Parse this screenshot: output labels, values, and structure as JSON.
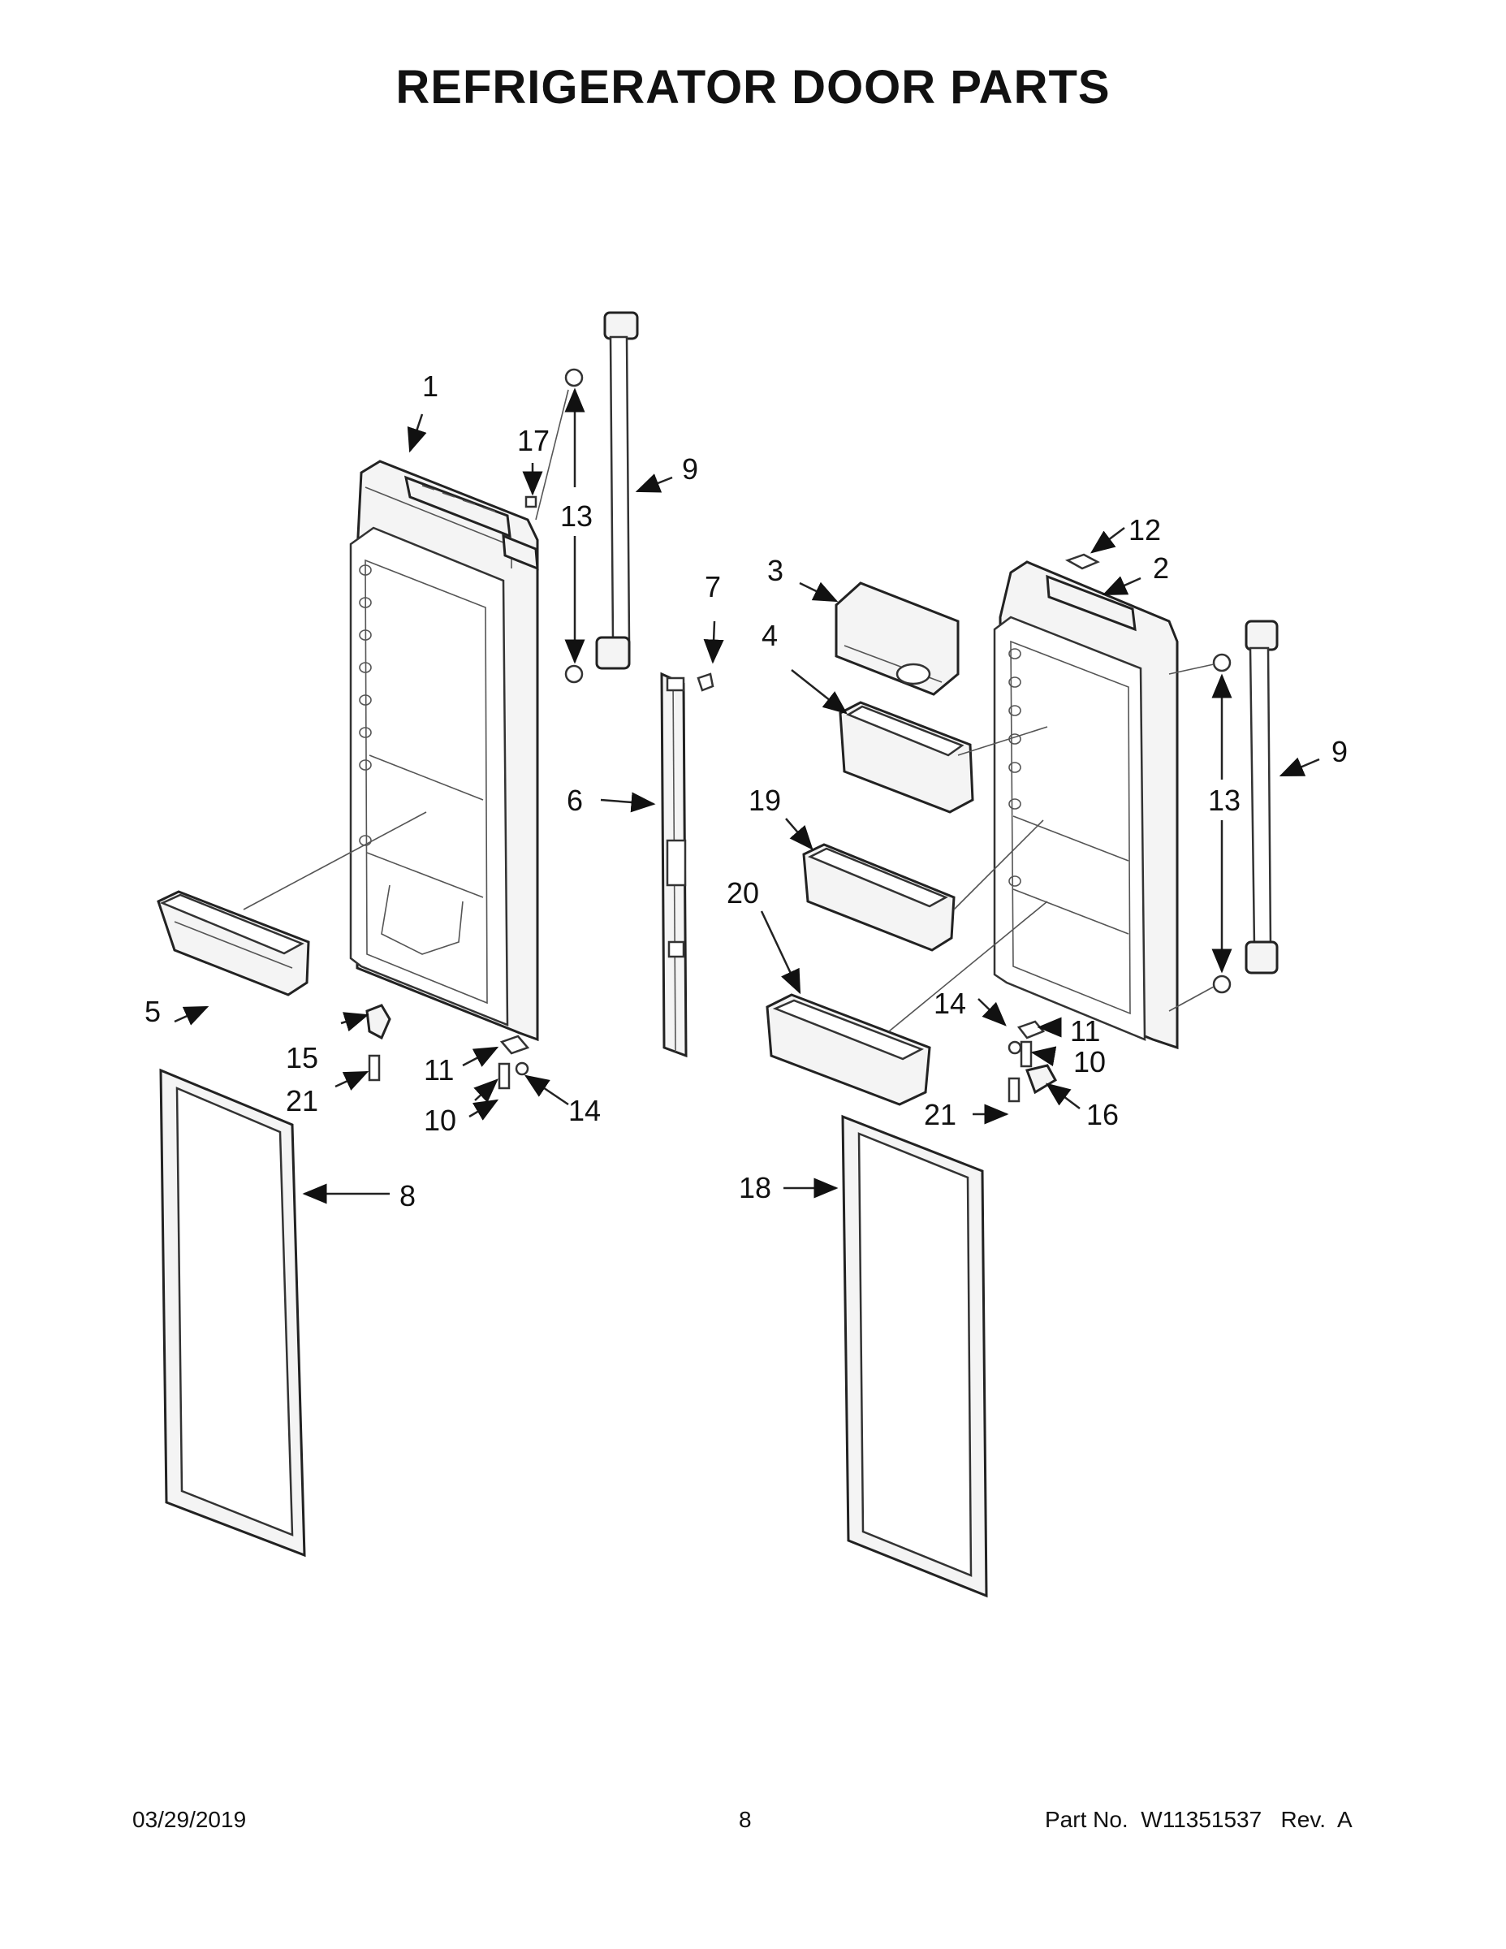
{
  "title": "REFRIGERATOR DOOR PARTS",
  "footer": {
    "date": "03/29/2019",
    "page": "8",
    "part_label": "Part No.",
    "part_number": "W11351537",
    "revision": "Rev.  A"
  },
  "callouts": {
    "c1": "1",
    "c2": "2",
    "c3": "3",
    "c4": "4",
    "c5": "5",
    "c6": "6",
    "c7": "7",
    "c8": "8",
    "c9a": "9",
    "c9b": "9",
    "c10a": "10",
    "c10b": "10",
    "c11a": "11",
    "c11b": "11",
    "c12": "12",
    "c13a": "13",
    "c13b": "13",
    "c14a": "14",
    "c14b": "14",
    "c15": "15",
    "c16": "16",
    "c17": "17",
    "c18": "18",
    "c19": "19",
    "c20": "20",
    "c21a": "21",
    "c21b": "21"
  }
}
